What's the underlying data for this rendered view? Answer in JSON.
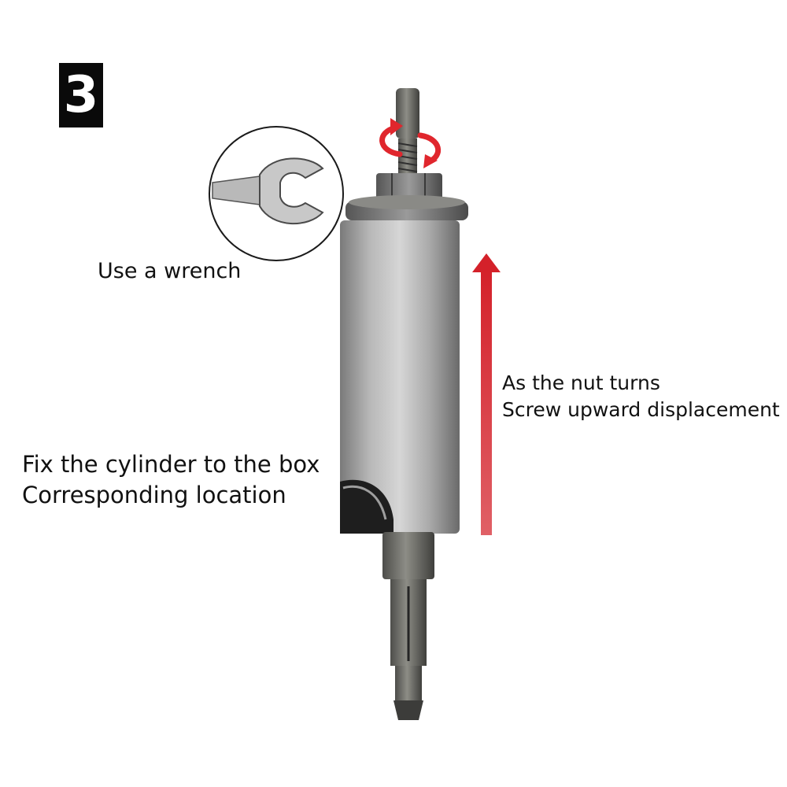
{
  "step_badge": {
    "label": "3"
  },
  "captions": {
    "wrench": "Use a wrench",
    "nut_line1": "As the nut turns",
    "nut_line2": "Screw upward displacement",
    "fix_line1": "Fix the cylinder to the box",
    "fix_line2": "Corresponding location"
  },
  "colors": {
    "arrow": "#d4212a",
    "steel_light": "#c9c9c9",
    "steel_dark": "#6e6e6e",
    "badge_bg": "#0a0a0a"
  },
  "icons": [
    "wrench-icon",
    "rotation-arrow-icon",
    "up-arrow-icon"
  ]
}
